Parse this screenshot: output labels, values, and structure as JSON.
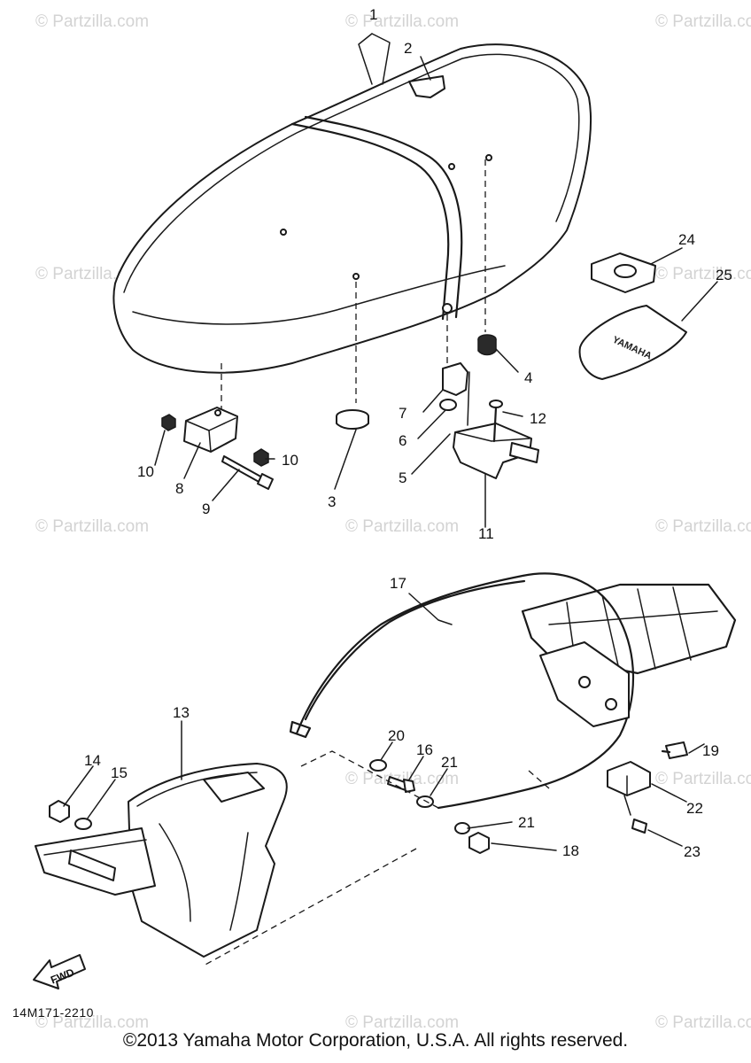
{
  "watermark": "© Partzilla.com",
  "diagram_code": "14M171-2210",
  "fwd_label": "FWD",
  "badge_text": "YAMAHA",
  "copyright": "©2013 Yamaha Motor Corporation, U.S.A. All rights reserved.",
  "callouts": {
    "c1": "1",
    "c2": "2",
    "c3": "3",
    "c4": "4",
    "c5": "5",
    "c6": "6",
    "c7": "7",
    "c8": "8",
    "c9": "9",
    "c10a": "10",
    "c10b": "10",
    "c11": "11",
    "c12": "12",
    "c13": "13",
    "c14": "14",
    "c15": "15",
    "c16": "16",
    "c17": "17",
    "c18": "18",
    "c19": "19",
    "c20": "20",
    "c21a": "21",
    "c21b": "21",
    "c22": "22",
    "c23": "23",
    "c24": "24",
    "c25": "25"
  }
}
